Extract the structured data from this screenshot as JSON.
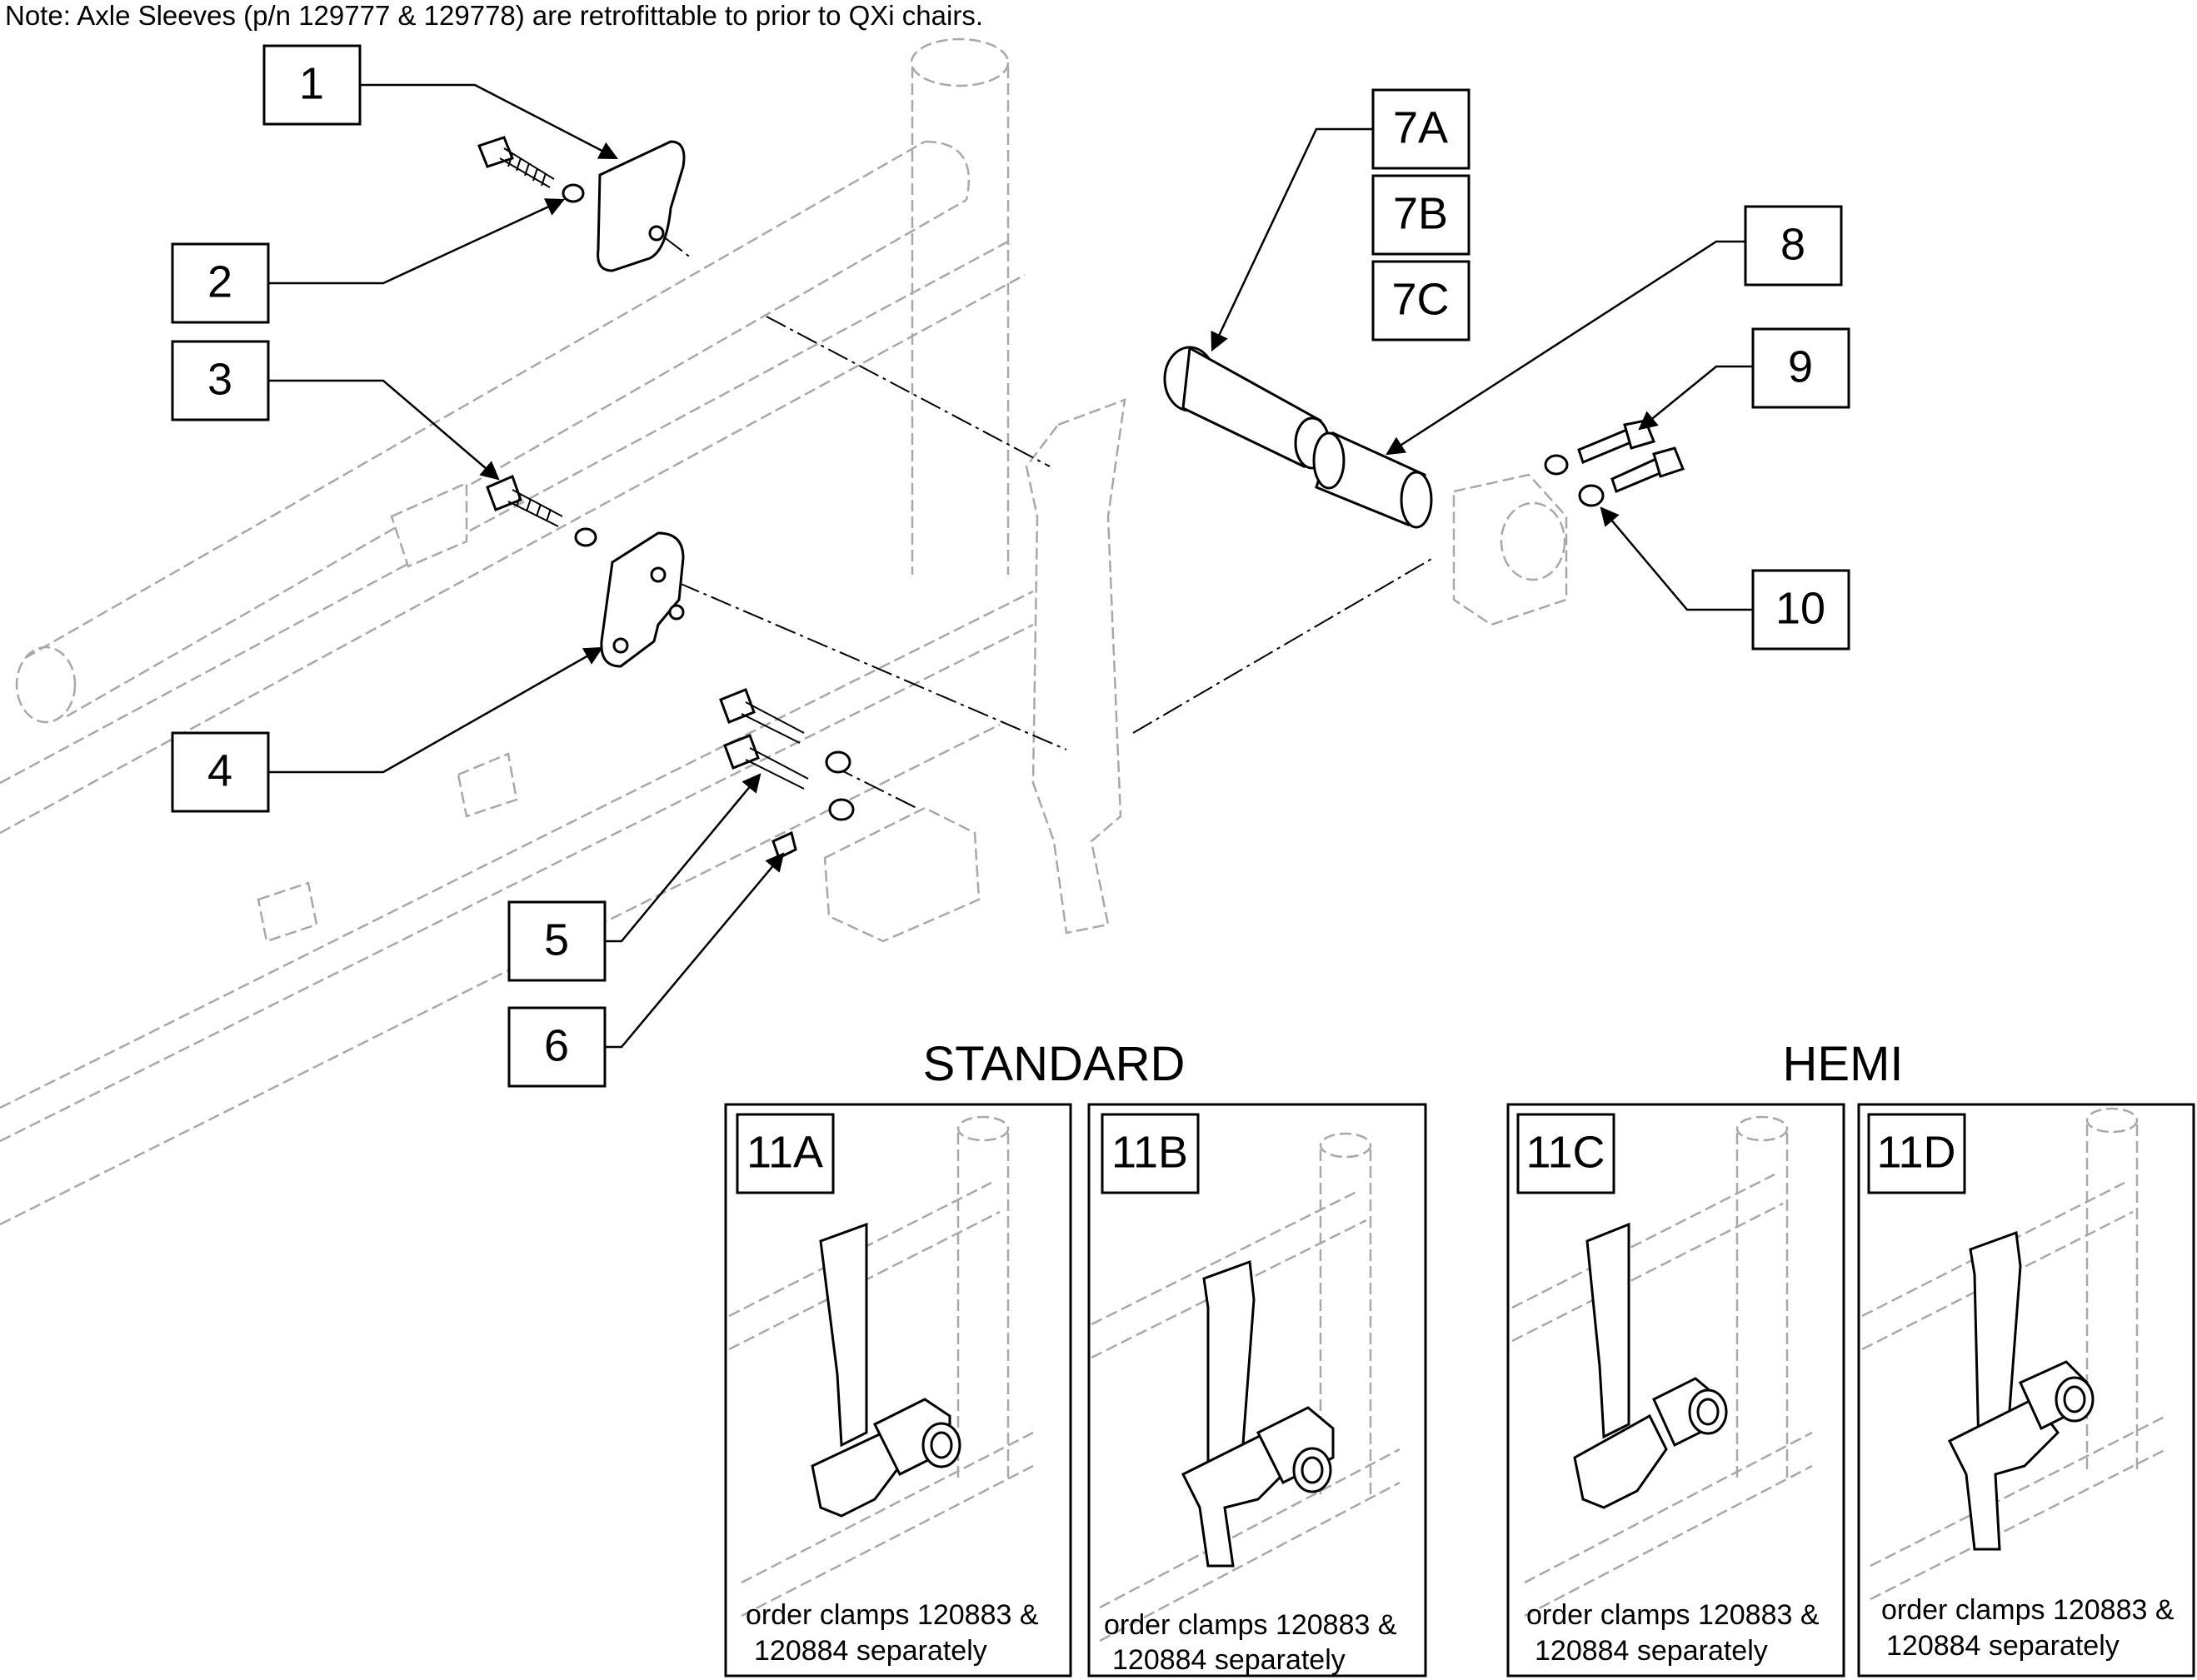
{
  "note": "Note: Axle Sleeves (p/n 129777 & 129778) are retrofittable to prior to QXi chairs.",
  "callouts": {
    "c1": "1",
    "c2": "2",
    "c3": "3",
    "c4": "4",
    "c5": "5",
    "c6": "6",
    "c7a": "7A",
    "c7b": "7B",
    "c7c": "7C",
    "c8": "8",
    "c9": "9",
    "c10": "10"
  },
  "sections": {
    "standard": "STANDARD",
    "hemi": "HEMI"
  },
  "variants": [
    {
      "label": "11A",
      "caption_line1": "order clamps 120883 &",
      "caption_line2": "120884 separately"
    },
    {
      "label": "11B",
      "caption_line1": "order clamps 120883 &",
      "caption_line2": "120884 separately"
    },
    {
      "label": "11C",
      "caption_line1": "order clamps 120883 &",
      "caption_line2": "120884 separately"
    },
    {
      "label": "11D",
      "caption_line1": "order clamps 120883 &",
      "caption_line2": "120884 separately"
    }
  ]
}
